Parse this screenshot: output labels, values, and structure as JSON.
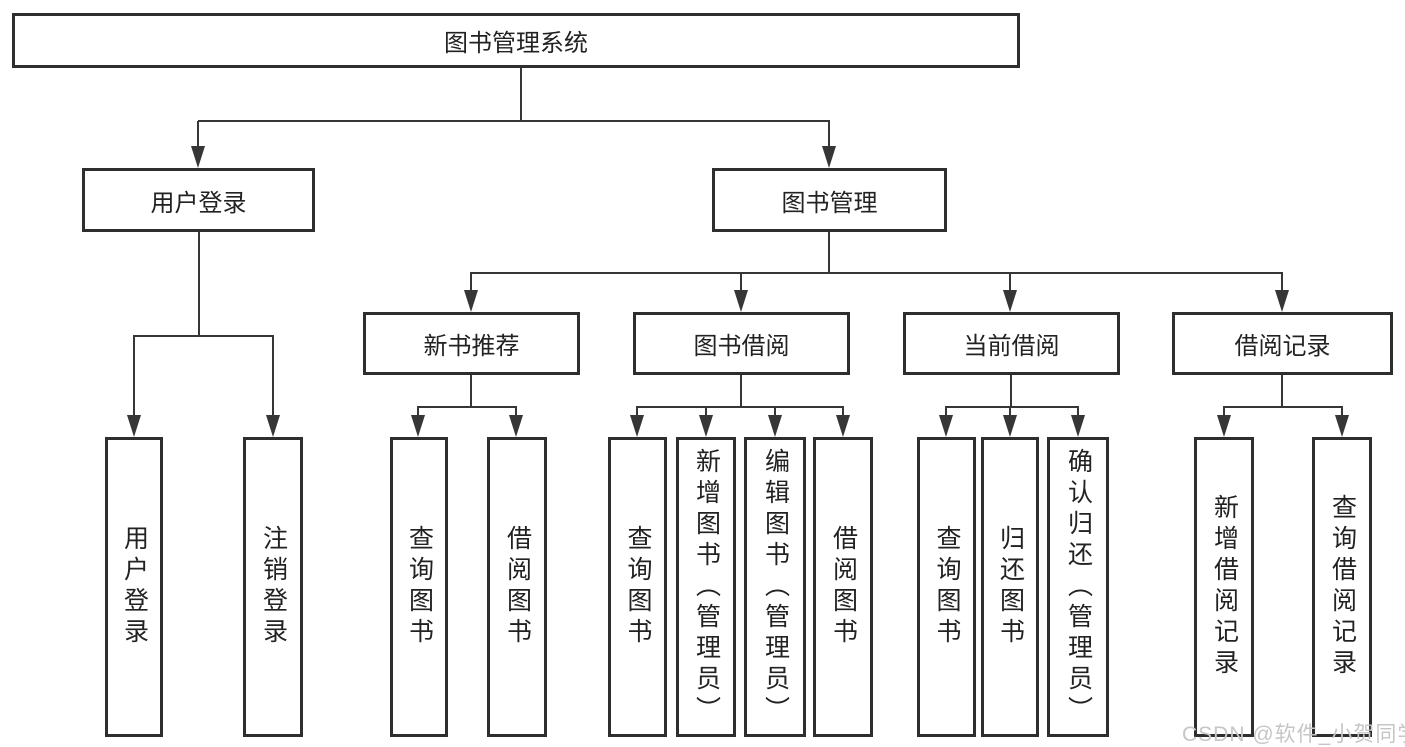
{
  "diagram": {
    "root": {
      "label": "图书管理系统"
    },
    "branches": [
      {
        "label": "用户登录",
        "children": [
          {
            "label": "用户登录"
          },
          {
            "label": "注销登录"
          }
        ]
      },
      {
        "label": "图书管理",
        "children": [
          {
            "label": "新书推荐",
            "children": [
              {
                "label": "查询图书"
              },
              {
                "label": "借阅图书"
              }
            ]
          },
          {
            "label": "图书借阅",
            "children": [
              {
                "label": "查询图书"
              },
              {
                "label": "新增图书（管理员）"
              },
              {
                "label": "编辑图书（管理员）"
              },
              {
                "label": "借阅图书"
              }
            ]
          },
          {
            "label": "当前借阅",
            "children": [
              {
                "label": "查询图书"
              },
              {
                "label": "归还图书"
              },
              {
                "label": "确认归还（管理员）"
              }
            ]
          },
          {
            "label": "借阅记录",
            "children": [
              {
                "label": "新增借阅记录"
              },
              {
                "label": "查询借阅记录"
              }
            ]
          }
        ]
      }
    ]
  },
  "watermark": {
    "text": "CSDN @软件_小贺同学"
  },
  "colors": {
    "line": "#363636",
    "box_border": "#2e2e2e",
    "text": "#222222",
    "background": "#ffffff",
    "watermark": "#c6c6c6"
  }
}
